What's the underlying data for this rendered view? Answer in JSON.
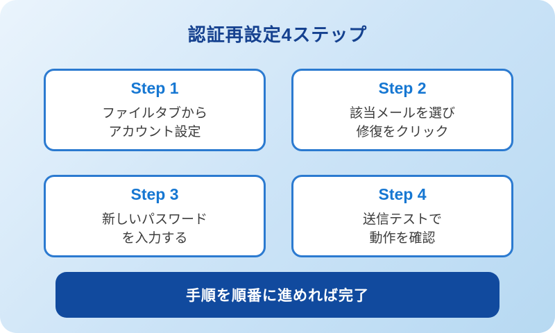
{
  "page": {
    "title": "認証再設定4ステップ",
    "footer_label": "手順を順番に進めれば完了"
  },
  "steps": [
    {
      "label": "Step 1",
      "line1": "ファイルタブから",
      "line2": "アカウント設定"
    },
    {
      "label": "Step 2",
      "line1": "該当メールを選び",
      "line2": "修復をクリック"
    },
    {
      "label": "Step 3",
      "line1": "新しいパスワード",
      "line2": "を入力する"
    },
    {
      "label": "Step 4",
      "line1": "送信テストで",
      "line2": "動作を確認"
    }
  ],
  "colors": {
    "background_gradient_start": "#eaf4fc",
    "background_gradient_mid": "#cde4f7",
    "background_gradient_end": "#b7d9f2",
    "title_color": "#15418f",
    "step_label_color": "#1677d2",
    "card_border": "#2b7ad0",
    "card_background": "#ffffff",
    "body_text": "#3c3c3c",
    "banner_background": "#114a9e",
    "banner_text": "#ffffff"
  }
}
